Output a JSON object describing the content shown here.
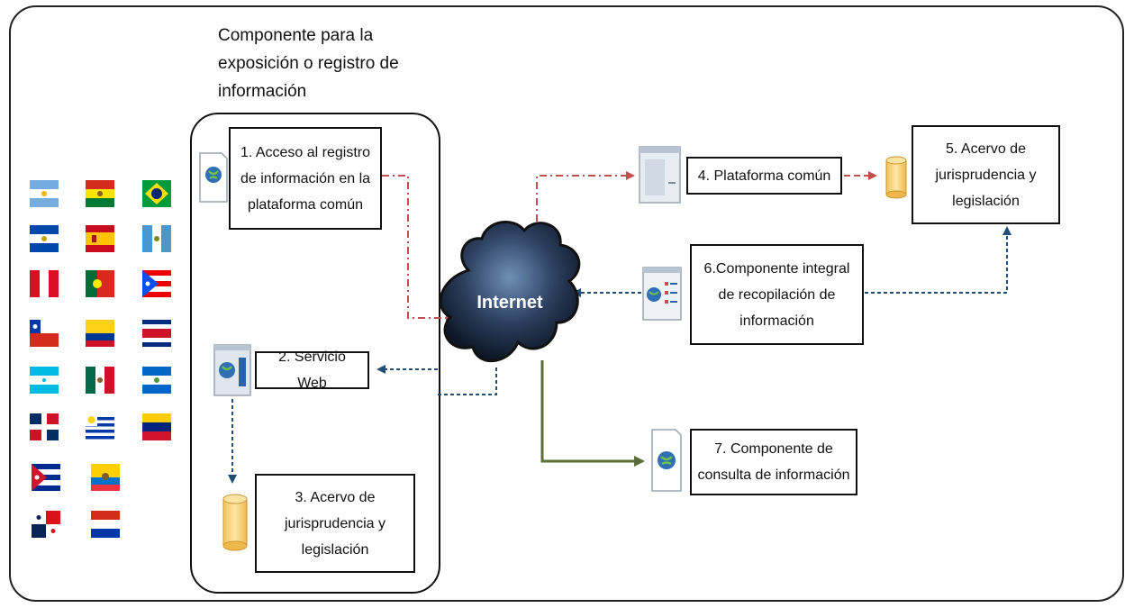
{
  "group_title": "Componente para la\nexposición o registro de\ninformación",
  "cloud_label": "Internet",
  "nodes": {
    "n1": "1. Acceso al registro\nde información en la\nplataforma común",
    "n2": "2. Servicio Web",
    "n3": "3. Acervo de\njurisprudencia y\nlegislación",
    "n4": "4. Plataforma común",
    "n5": "5. Acervo de\njurisprudencia y\nlegislación",
    "n6": "6.Componente integral\nde recopilación de\ninformación",
    "n7": "7. Componente de\nconsulta de información"
  },
  "flags": [
    "argentina-flag",
    "bolivia-flag",
    "brazil-flag",
    "el-salvador-flag",
    "spain-flag",
    "guatemala-flag",
    "peru-flag",
    "portugal-flag",
    "puerto-rico-flag",
    "chile-flag",
    "colombia-flag",
    "costa-rica-flag",
    "honduras-flag",
    "mexico-flag",
    "nicaragua-flag",
    "dominican-republic-flag",
    "uruguay-flag",
    "venezuela-flag",
    "cuba-flag",
    "ecuador-flag",
    "panama-flag",
    "paraguay-flag"
  ],
  "colors": {
    "red_arrow": "#c0504d",
    "blue_arrow": "#1f4e79",
    "green_arrow": "#5a6e3a",
    "db_fill": "#f9d27a"
  }
}
